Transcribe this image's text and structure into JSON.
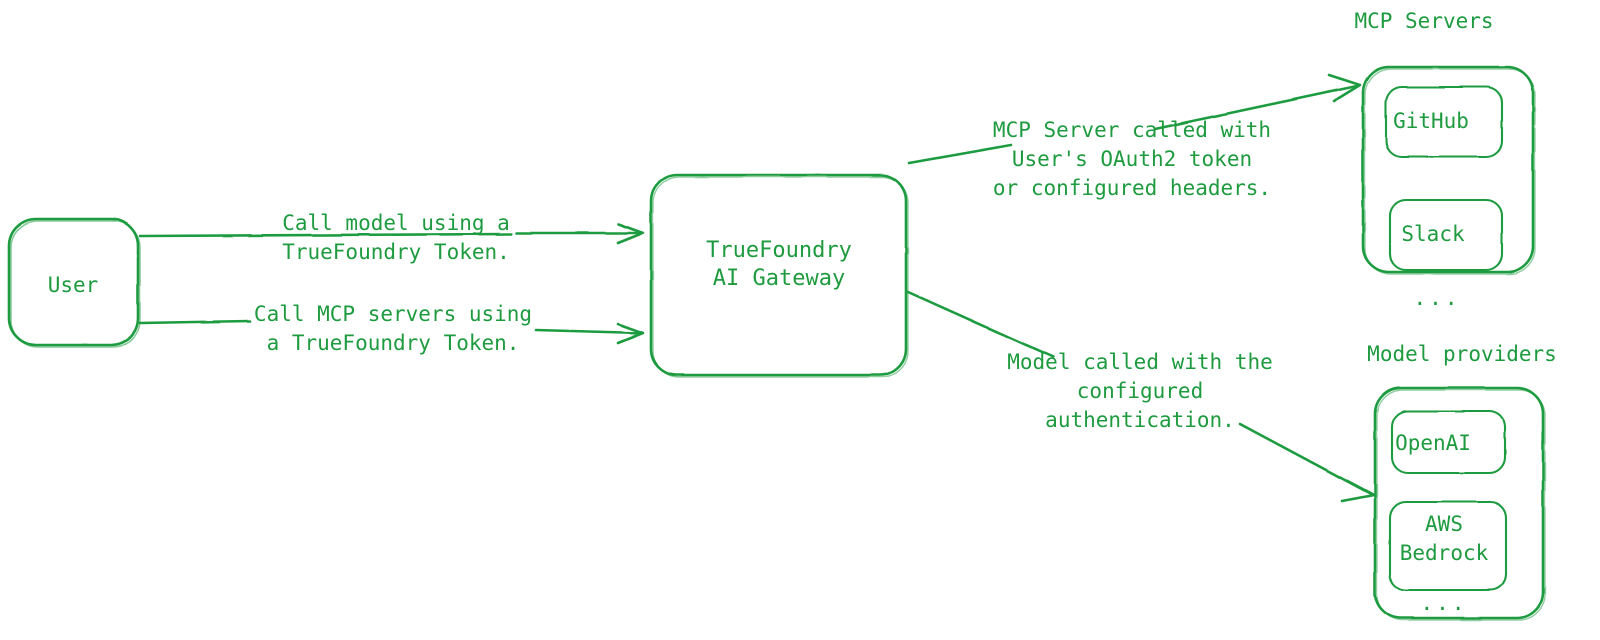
{
  "theme": {
    "stroke": "#1e9b3f",
    "background": "#ffffff",
    "text": "#1e9b3f"
  },
  "nodes": {
    "user": {
      "label": "User"
    },
    "gateway": {
      "line1": "TrueFoundry",
      "line2": "AI Gateway"
    },
    "mcp_servers": {
      "title": "MCP Servers",
      "items": [
        {
          "label": "GitHub"
        },
        {
          "label": "Slack"
        }
      ],
      "more": "..."
    },
    "model_providers": {
      "title": "Model providers",
      "items": [
        {
          "label": "OpenAI"
        },
        {
          "line1": "AWS",
          "line2": "Bedrock"
        }
      ],
      "more": "..."
    }
  },
  "edges": [
    {
      "id": "user-to-gateway-model",
      "from": "user",
      "to": "gateway",
      "label_lines": [
        "Call model using a",
        "TrueFoundry Token."
      ]
    },
    {
      "id": "user-to-gateway-mcp",
      "from": "user",
      "to": "gateway",
      "label_lines": [
        "Call MCP servers using",
        "a TrueFoundry Token."
      ]
    },
    {
      "id": "gateway-to-mcp-servers",
      "from": "gateway",
      "to": "mcp_servers",
      "label_lines": [
        "MCP Server called with",
        "User's OAuth2 token",
        "or configured headers."
      ]
    },
    {
      "id": "gateway-to-model-providers",
      "from": "gateway",
      "to": "model_providers",
      "label_lines": [
        "Model called with the",
        "configured",
        "authentication."
      ]
    }
  ]
}
